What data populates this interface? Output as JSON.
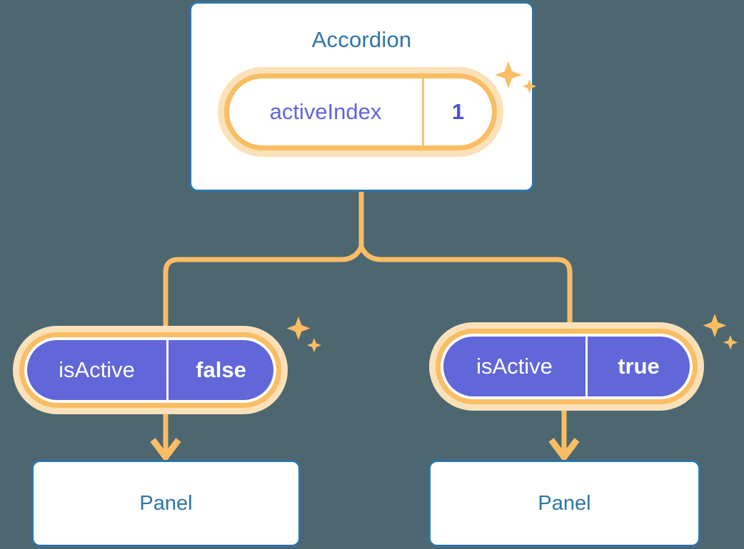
{
  "background_color": "#4d6771",
  "palette": {
    "card_border": "#2e74a8",
    "card_text": "#2e74a8",
    "pill_border": "#f9bd63",
    "pill_glow": "#fbe1b9",
    "purple_fill": "#6166d8",
    "purple_text": "#6166d8",
    "value_text": "#4a50d4",
    "white": "#ffffff",
    "connector": "#f9bd63"
  },
  "diagram": {
    "type": "component-state-tree",
    "root": {
      "title": "Accordion",
      "state_pill": {
        "key": "activeIndex",
        "value": "1",
        "style": "white",
        "sparkle": true
      }
    },
    "children": [
      {
        "prop_pill": {
          "key": "isActive",
          "value": "false",
          "style": "purple",
          "sparkle": true
        },
        "arrow": "down-arrow-icon",
        "box_title": "Panel"
      },
      {
        "prop_pill": {
          "key": "isActive",
          "value": "true",
          "style": "purple",
          "sparkle": true
        },
        "arrow": "down-arrow-icon",
        "box_title": "Panel"
      }
    ]
  },
  "icons": {
    "sparkle": "sparkle-icon",
    "arrow_down": "arrow-down-icon"
  }
}
